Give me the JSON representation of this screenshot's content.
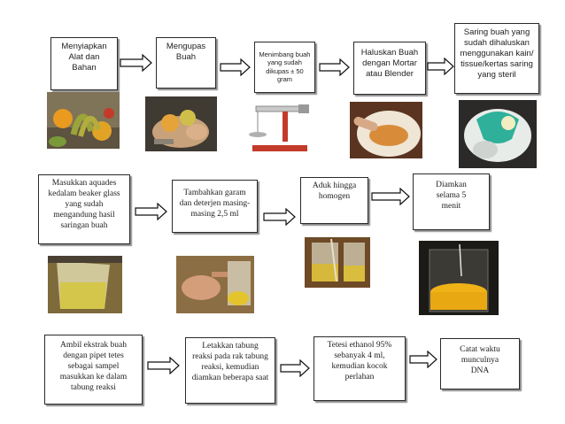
{
  "steps": {
    "s1": "Menyiapkan\nAlat dan\nBahan",
    "s2": "Mengupas\nBuah",
    "s3": "Menimbang buah\nyang sudah\ndikupas ± 50 gram",
    "s4": "Haluskan Buah\ndengan Mortar\natau Blender",
    "s5": "Saring buah yang\nsudah dihaluskan\nmenggunakan kain/\ntissue/kertas saring\nyang steril",
    "s6": "Masukkan aquades\nkedalam beaker glass\nyang sudah\nmengandung hasil\nsaringan buah",
    "s7": "Tambahkan garam\ndan deterjen masing-\nmasing 2,5 ml",
    "s8": "Aduk hingga\nhomogen",
    "s9": "Diamkan\nselama    5\nmenit",
    "s10": "Ambil ekstrak buah\ndengan pipet tetes\nsebagai sampel\nmasukkan ke dalam\ntabung reaksi",
    "s11": "Letakkan  tabung\nreaksi pada rak tabung\nreaksi, kemudian\ndiamkan beberapa saat",
    "s12": "Tetesi ethanol 95%\nsebanyak 4 ml,\nkemudian kocok\nperlahan",
    "s13": "Catat waktu\nmunculnya\nDNA"
  },
  "icons": {
    "photo1": "fruits-photo",
    "photo2": "peeling-photo",
    "photo3": "balance-scale-photo",
    "photo4": "mortar-photo",
    "photo5": "filtering-photo",
    "photo6": "beaker-photo",
    "photo7": "adding-reagent-photo",
    "photo8": "stirring-photo",
    "photo9": "settling-beaker-photo"
  }
}
